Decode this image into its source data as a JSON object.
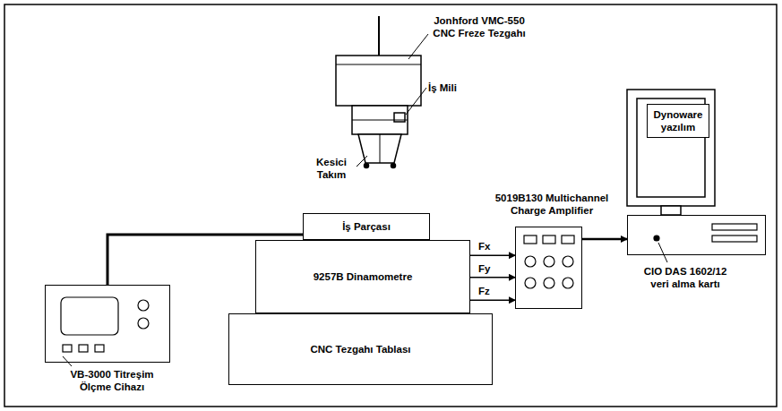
{
  "diagram": {
    "nodes": [
      {
        "text": [
          "İş Parçası"
        ]
      },
      {
        "text": [
          "9257B Dinamometre"
        ]
      },
      {
        "text": [
          "CNC Tezgahı Tablası"
        ]
      },
      {
        "text": [
          "5019B130 Multichannel Charge Amplifier"
        ]
      },
      {
        "text": [
          "Dynoware yazılım"
        ]
      },
      {
        "text": [
          "CIO DAS 1602/12 veri alma kartı"
        ]
      },
      {
        "text": [
          "VB-3000 Titreşim Ölçme Cihazı"
        ]
      }
    ],
    "edges": [
      {
        "from": 1,
        "to": 3,
        "label": "Fx",
        "arrow": "to"
      },
      {
        "from": 1,
        "to": 3,
        "label": "Fy",
        "arrow": "to"
      },
      {
        "from": 1,
        "to": 3,
        "label": "Fz",
        "arrow": "to"
      },
      {
        "from": 3,
        "to": 5,
        "arrow": "to"
      },
      {
        "from": 6,
        "to": 0,
        "arrow": "none"
      }
    ],
    "labels": [
      "Jonhford VMC-550 CNC Freze Tezgahı",
      "İş Mili",
      "Kesici Takım"
    ]
  }
}
